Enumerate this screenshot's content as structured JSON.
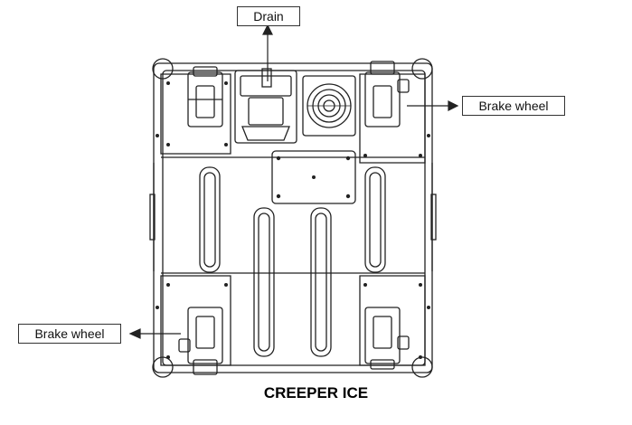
{
  "labels": {
    "drain": "Drain",
    "brake_wheel_right": "Brake wheel",
    "brake_wheel_left": "Brake wheel"
  },
  "caption": "CREEPER ICE"
}
